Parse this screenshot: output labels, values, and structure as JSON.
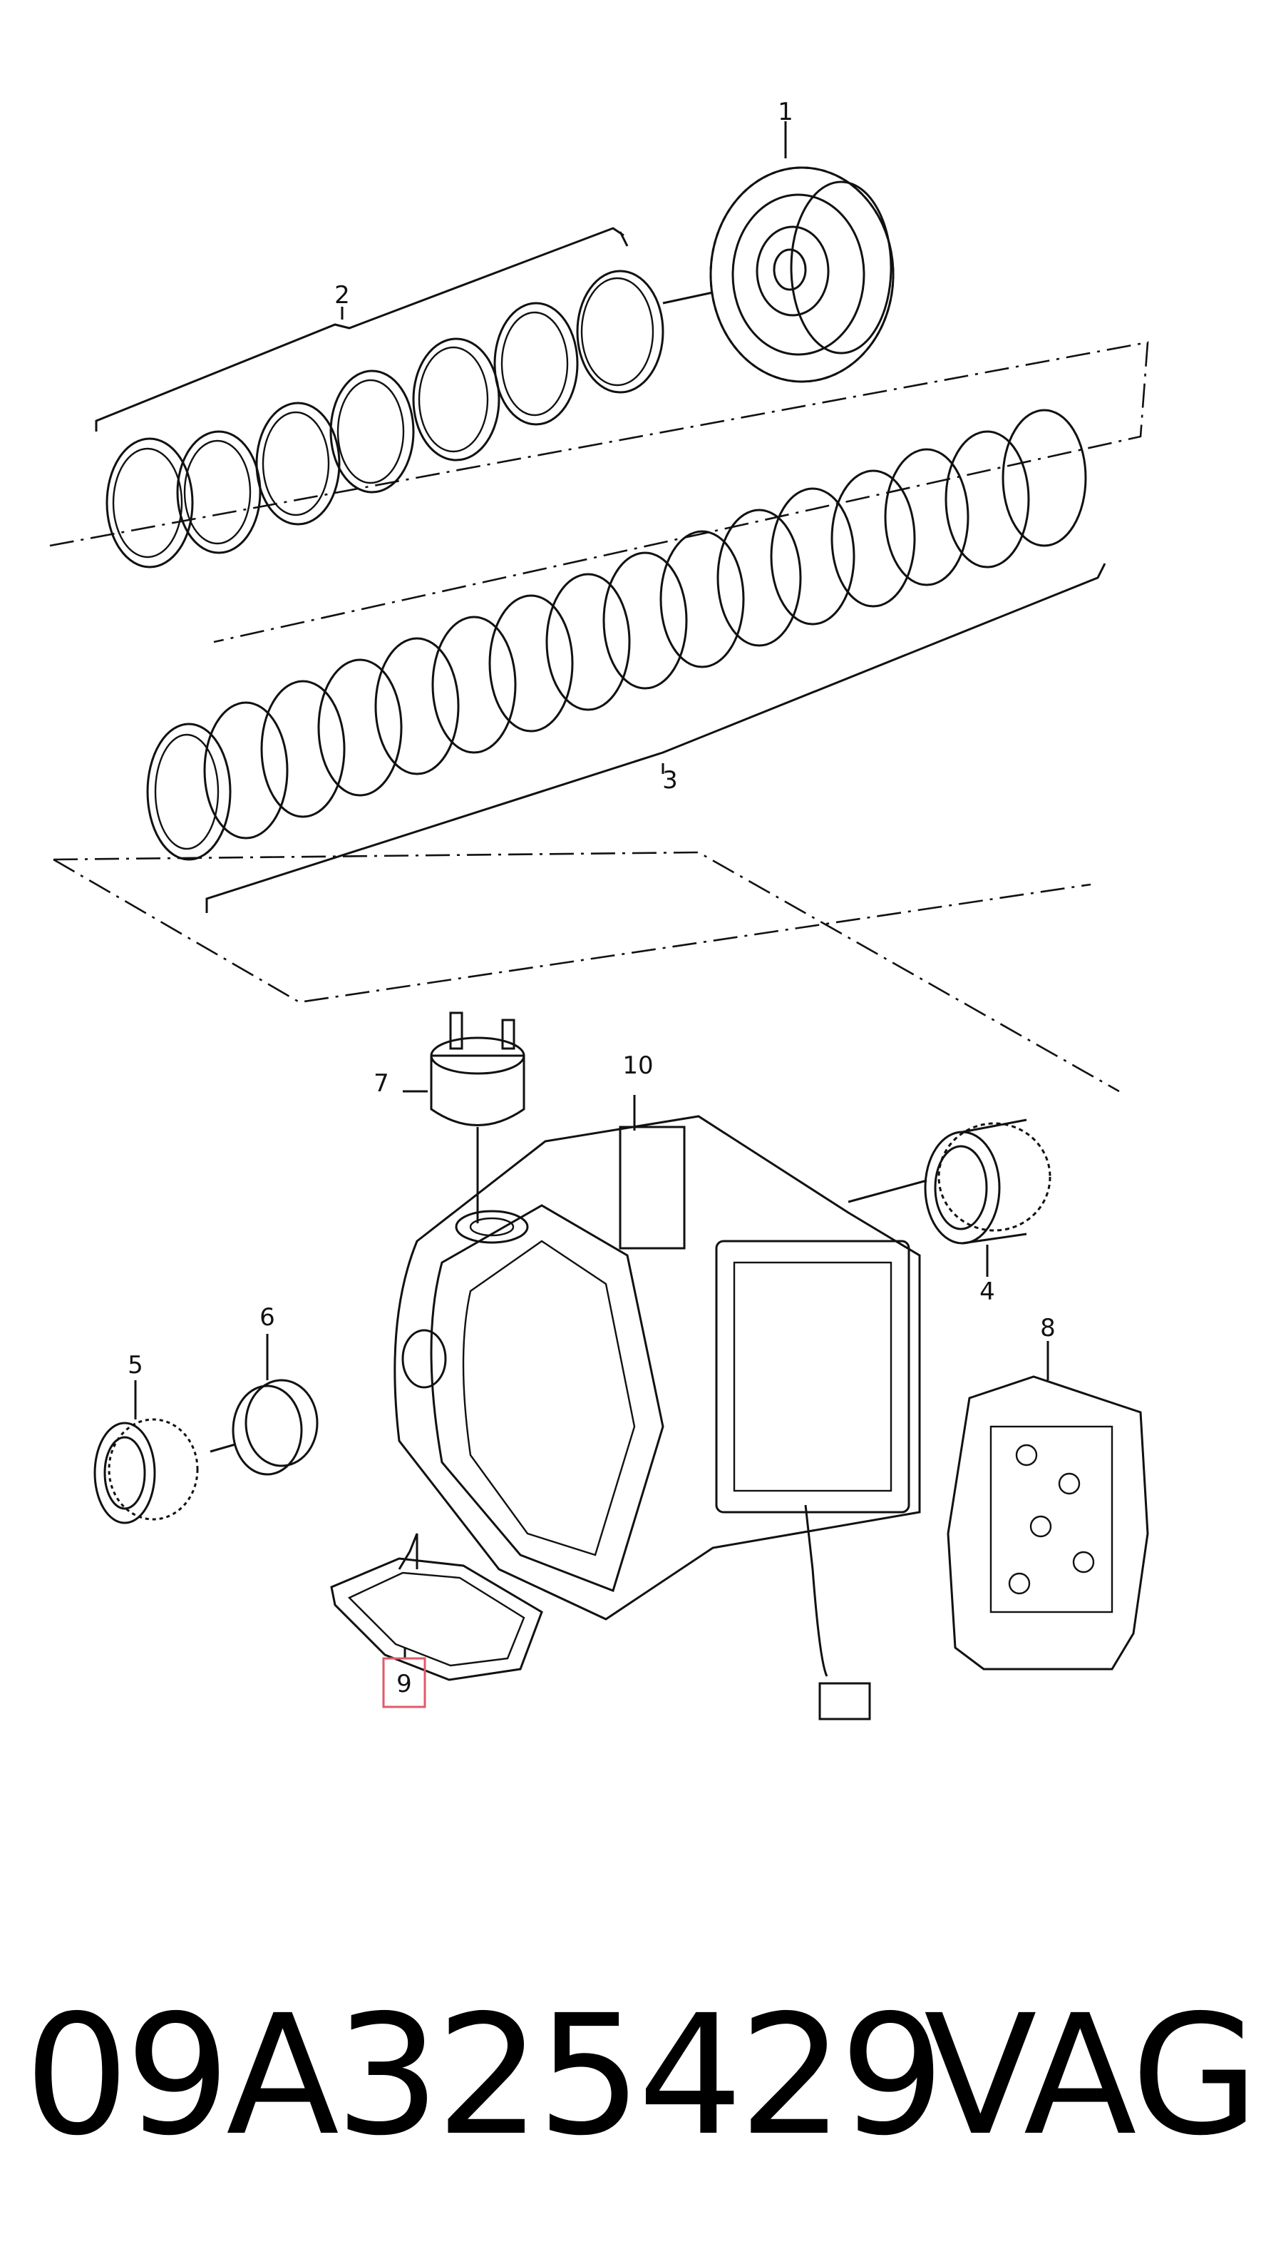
{
  "diagram": {
    "callouts": [
      "1",
      "2",
      "3",
      "4",
      "5",
      "6",
      "7",
      "8",
      "9",
      "10"
    ],
    "highlighted_callout": "9",
    "highlight_color": "#e05a6a"
  },
  "footer": {
    "part_number": "09A325429",
    "brand": "VAG"
  }
}
